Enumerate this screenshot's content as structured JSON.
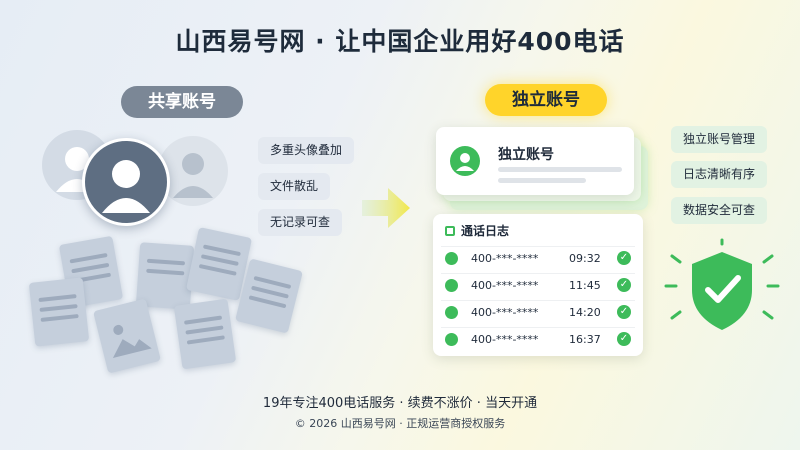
{
  "header": {
    "title": "山西易号网 · 让中国企业用好400电话"
  },
  "left": {
    "label": "共享账号",
    "tags": [
      "多重头像叠加",
      "文件散乱",
      "无记录可查"
    ]
  },
  "right": {
    "label": "独立账号",
    "card_title": "独立账号",
    "log_title": "通话日志",
    "calls": [
      {
        "number": "400-***-****",
        "time": "09:32"
      },
      {
        "number": "400-***-****",
        "time": "11:45"
      },
      {
        "number": "400-***-****",
        "time": "14:20"
      },
      {
        "number": "400-***-****",
        "time": "16:37"
      }
    ],
    "features": [
      "独立账号管理",
      "日志清晰有序",
      "数据安全可查"
    ]
  },
  "footer": {
    "line1": "19年专注400电话服务 · 续费不涨价 · 当天开通",
    "line2": "© 2026 山西易号网 · 正规运营商授权服务"
  },
  "colors": {
    "green": "#3dbb5a",
    "yellow": "#ffd42a",
    "gray": "#7b8796"
  }
}
